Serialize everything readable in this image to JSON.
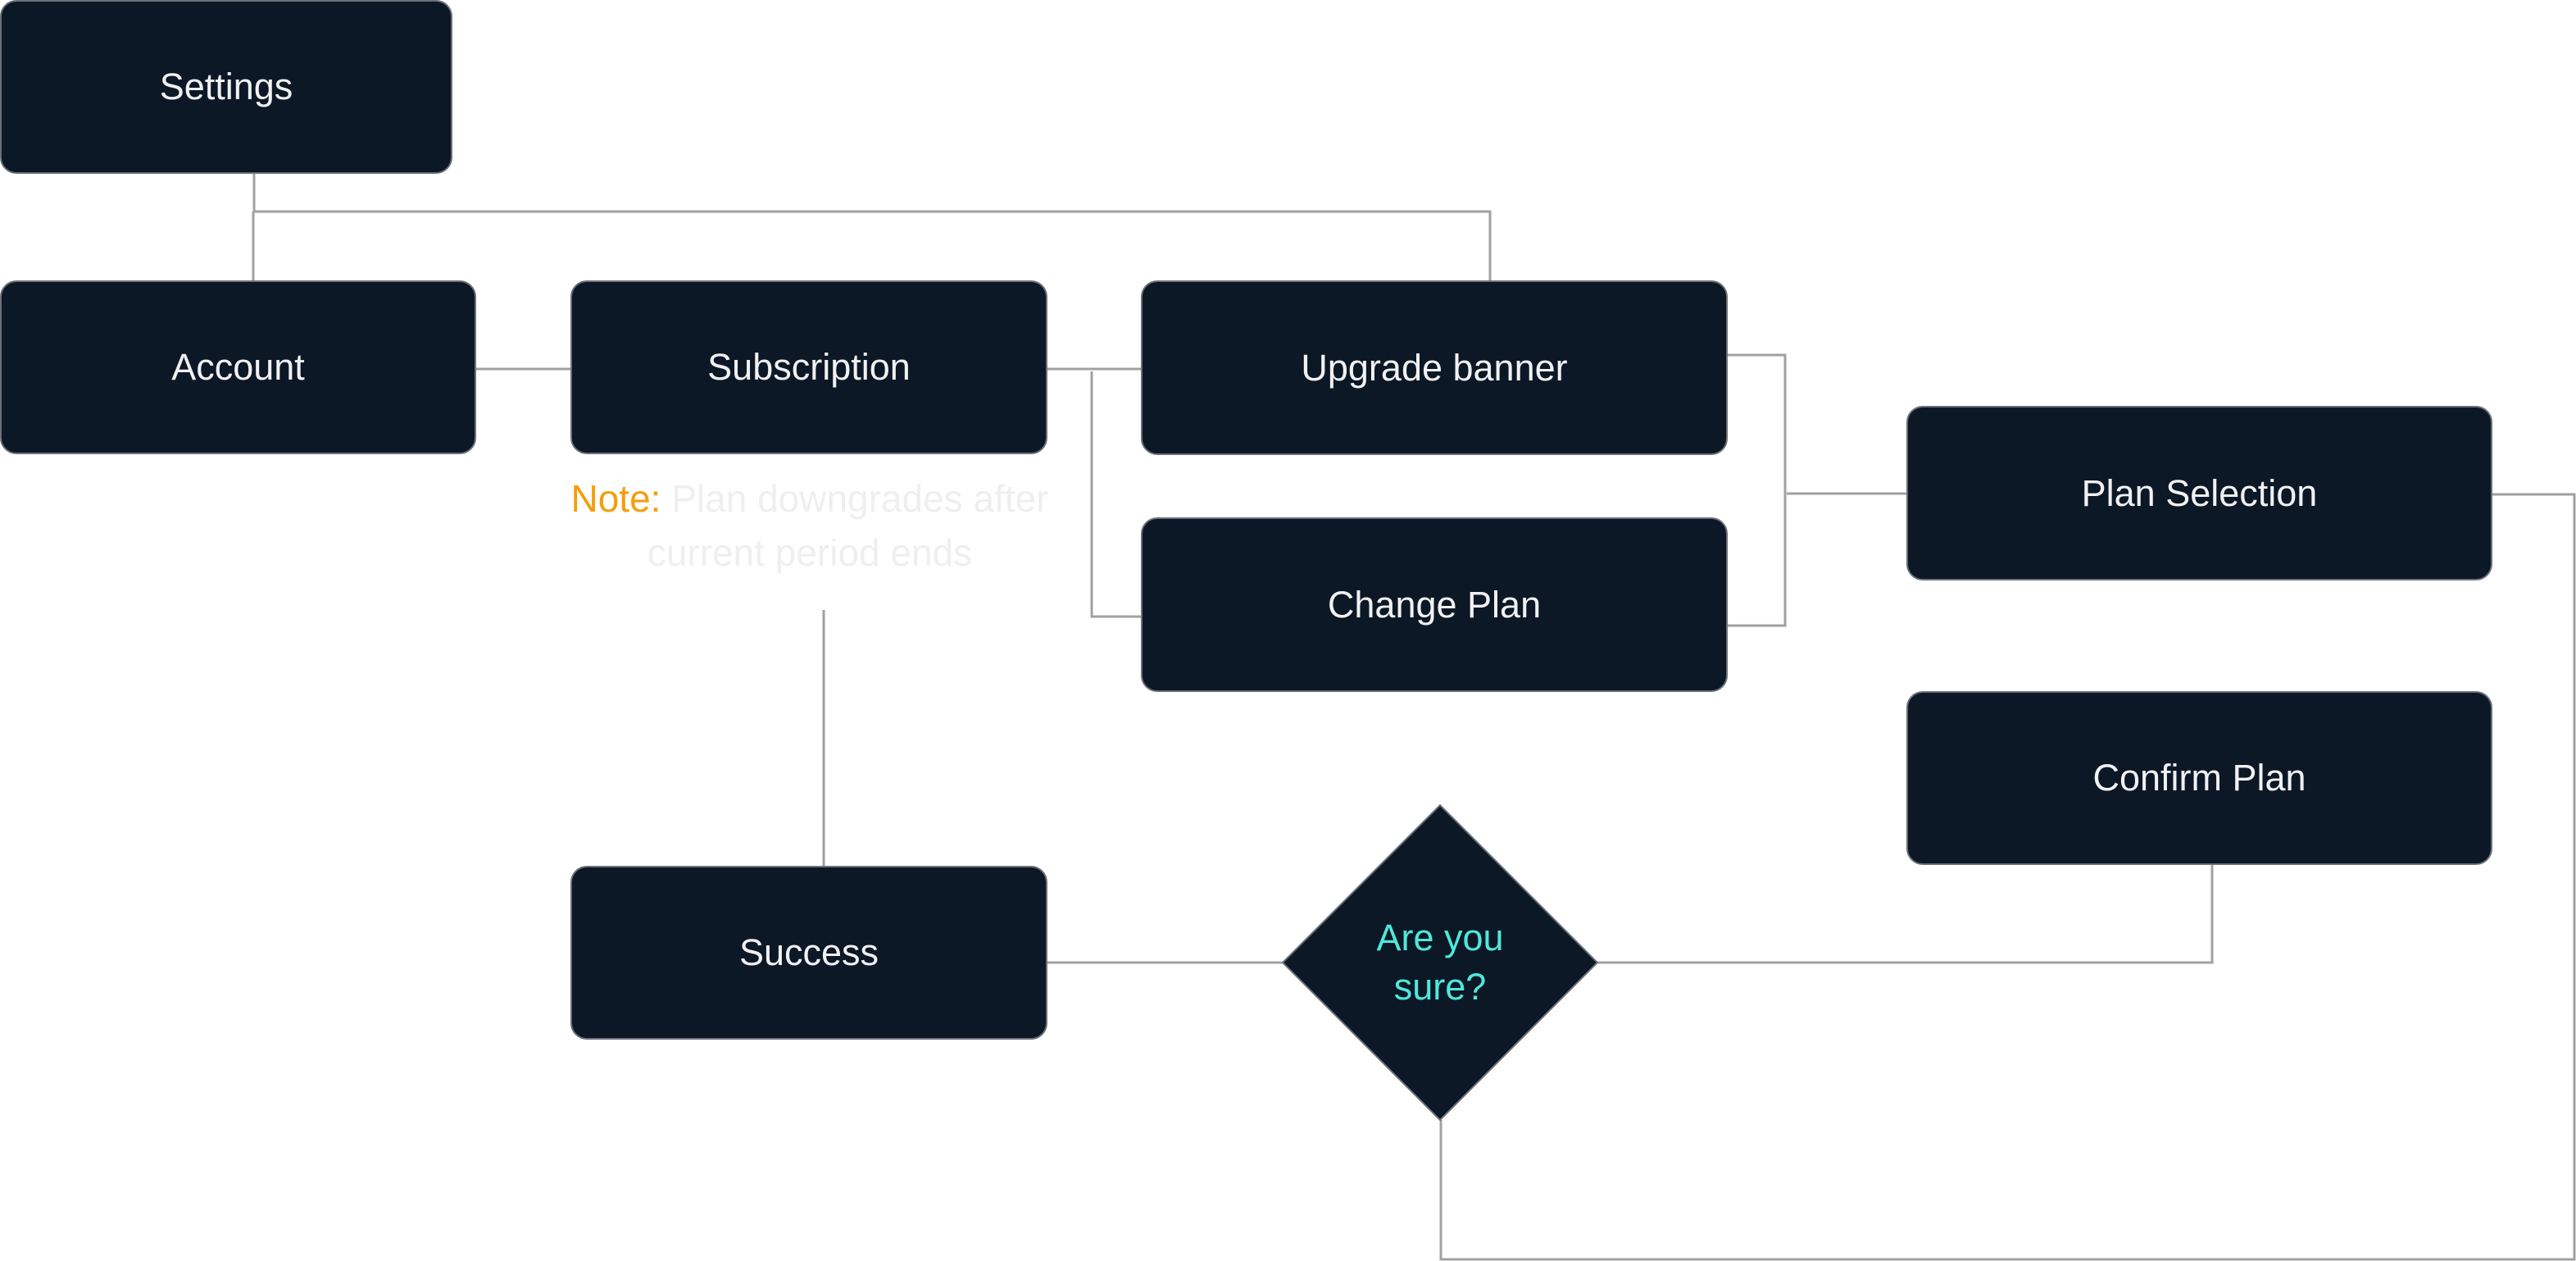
{
  "diagram": {
    "type": "flowchart",
    "colors": {
      "node_fill": "#0c1826",
      "node_text": "#f1f1f3",
      "decision_text": "#4fe8da",
      "note_label": "#f59e0b",
      "note_text": "#efeff1",
      "connector": "#a0a0a0"
    },
    "nodes": [
      {
        "id": "settings",
        "label": "Settings"
      },
      {
        "id": "account",
        "label": "Account"
      },
      {
        "id": "subscription",
        "label": "Subscription"
      },
      {
        "id": "upgrade-banner",
        "label": "Upgrade banner"
      },
      {
        "id": "change-plan",
        "label": "Change Plan"
      },
      {
        "id": "plan-selection",
        "label": "Plan Selection"
      },
      {
        "id": "confirm-plan",
        "label": "Confirm Plan"
      },
      {
        "id": "success",
        "label": "Success"
      }
    ],
    "decision": {
      "id": "are-you-sure",
      "line1": "Are you",
      "line2": "sure?"
    },
    "note": {
      "label": "Note:",
      "text": "Plan downgrades after current period ends"
    },
    "edges": [
      {
        "from": "settings",
        "to": "account"
      },
      {
        "from": "settings",
        "to": "upgrade-banner"
      },
      {
        "from": "account",
        "to": "subscription"
      },
      {
        "from": "subscription",
        "to": "upgrade-banner"
      },
      {
        "from": "subscription",
        "to": "change-plan"
      },
      {
        "from": "upgrade-banner",
        "to": "plan-selection"
      },
      {
        "from": "change-plan",
        "to": "plan-selection"
      },
      {
        "from": "plan-selection",
        "to": "are-you-sure"
      },
      {
        "from": "confirm-plan",
        "to": "are-you-sure"
      },
      {
        "from": "are-you-sure",
        "to": "success"
      },
      {
        "from": "success",
        "to": "note"
      }
    ]
  }
}
